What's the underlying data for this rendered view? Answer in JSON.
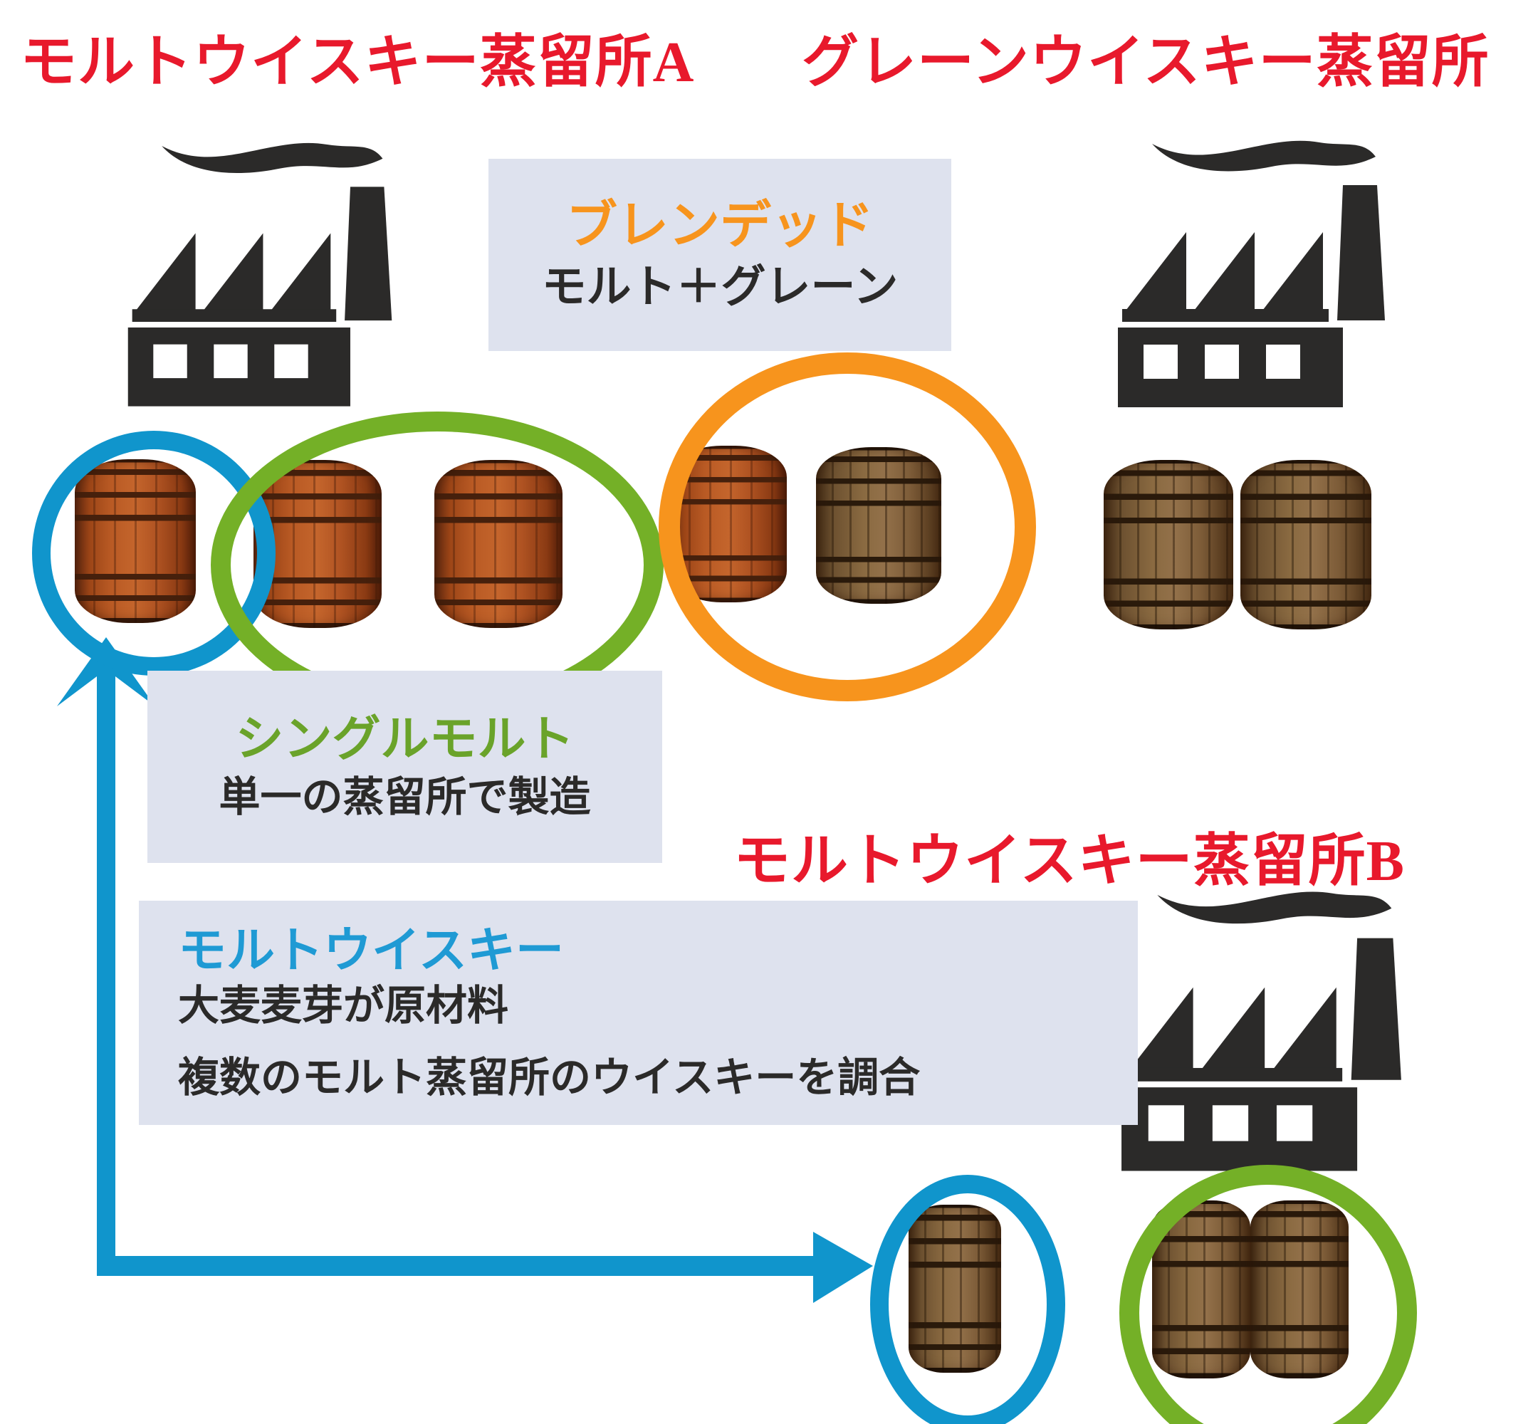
{
  "colors": {
    "red": "#e8192c",
    "orange": "#f7941d",
    "green": "#74b027",
    "green-text": "#6aa32a",
    "blue": "#1095cc",
    "blue-text": "#1f9ad4",
    "box-bg": "#dee2ee",
    "ink": "#2b2a29",
    "factory": "#2b2a29"
  },
  "titles": {
    "malt_a": "モルトウイスキー蒸留所A",
    "grain": "グレーンウイスキー蒸留所",
    "malt_b": "モルトウイスキー蒸留所B"
  },
  "blended": {
    "title": "ブレンデッド",
    "subtitle": "モルト＋グレーン"
  },
  "single_malt": {
    "title": "シングルモルト",
    "subtitle": "単一の蒸留所で製造"
  },
  "malt_whisky": {
    "title": "モルトウイスキー",
    "line1": "大麦麦芽が原材料",
    "line2": "複数のモルト蒸留所のウイスキーを調合"
  },
  "icons": {
    "factory": "factory-icon",
    "barrel": "whisky-barrel-icon",
    "arrow": "flow-arrow-icon",
    "highlight_rings": [
      "blue-ring-single-cask",
      "green-ring-single-malt",
      "orange-ring-blended"
    ]
  }
}
